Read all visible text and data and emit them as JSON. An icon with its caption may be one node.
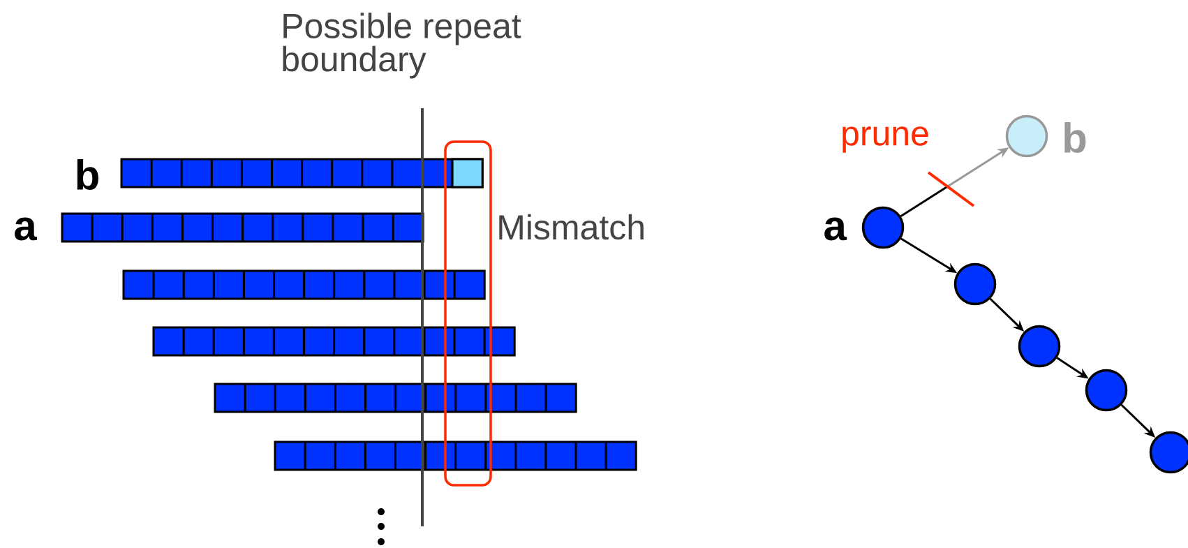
{
  "diagram": {
    "nodes": [
      {
        "text": [],
        "shape": "circle",
        "beside": [
          "a"
        ]
      },
      {
        "text": [],
        "shape": "circle",
        "beside": [
          "b"
        ]
      },
      {
        "text": [],
        "shape": "circle"
      },
      {
        "text": [],
        "shape": "circle"
      },
      {
        "text": [],
        "shape": "circle"
      },
      {
        "text": [],
        "shape": "circle"
      }
    ],
    "edges": [
      {
        "from": 0,
        "to": 1,
        "arrow": "to",
        "label": "prune",
        "color": "#999999"
      },
      {
        "from": 0,
        "to": 2,
        "arrow": "to"
      },
      {
        "from": 2,
        "to": 3,
        "arrow": "to"
      },
      {
        "from": 3,
        "to": 4,
        "arrow": "to"
      },
      {
        "from": 4,
        "to": 5,
        "arrow": "to"
      }
    ],
    "labels": [
      "Possible repeat boundary",
      "b",
      "a",
      "Mismatch"
    ]
  }
}
